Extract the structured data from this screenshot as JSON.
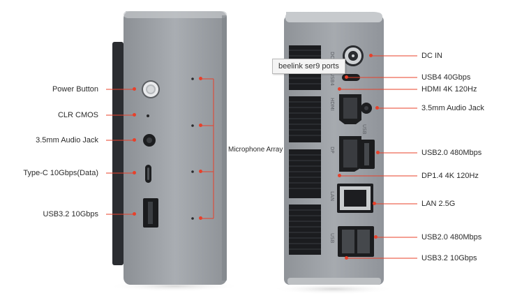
{
  "tooltip": "beelink ser9 ports",
  "colors": {
    "accent": "#e8402a",
    "body": "#9a9ea3",
    "dark": "#2a2c30",
    "ground_shadow": "#efefef"
  },
  "left_panel": {
    "labels": [
      "Power Button",
      "CLR CMOS",
      "3.5mm Audio Jack",
      "Type-C 10Gbps(Data)",
      "USB3.2 10Gbps"
    ],
    "mic_label": "Microphone Array"
  },
  "right_panel": {
    "labels": [
      "DC IN",
      "USB4 40Gbps",
      "HDMI 4K 120Hz",
      "3.5mm Audio Jack",
      "USB2.0 480Mbps",
      "DP1.4 4K 120Hz",
      "LAN 2.5G",
      "USB2.0 480Mbps",
      "USB3.2 10Gbps"
    ],
    "silkscreen": [
      "DC",
      "USB4",
      "HDMI",
      "USB",
      "DP",
      "LAN",
      "USB"
    ]
  }
}
